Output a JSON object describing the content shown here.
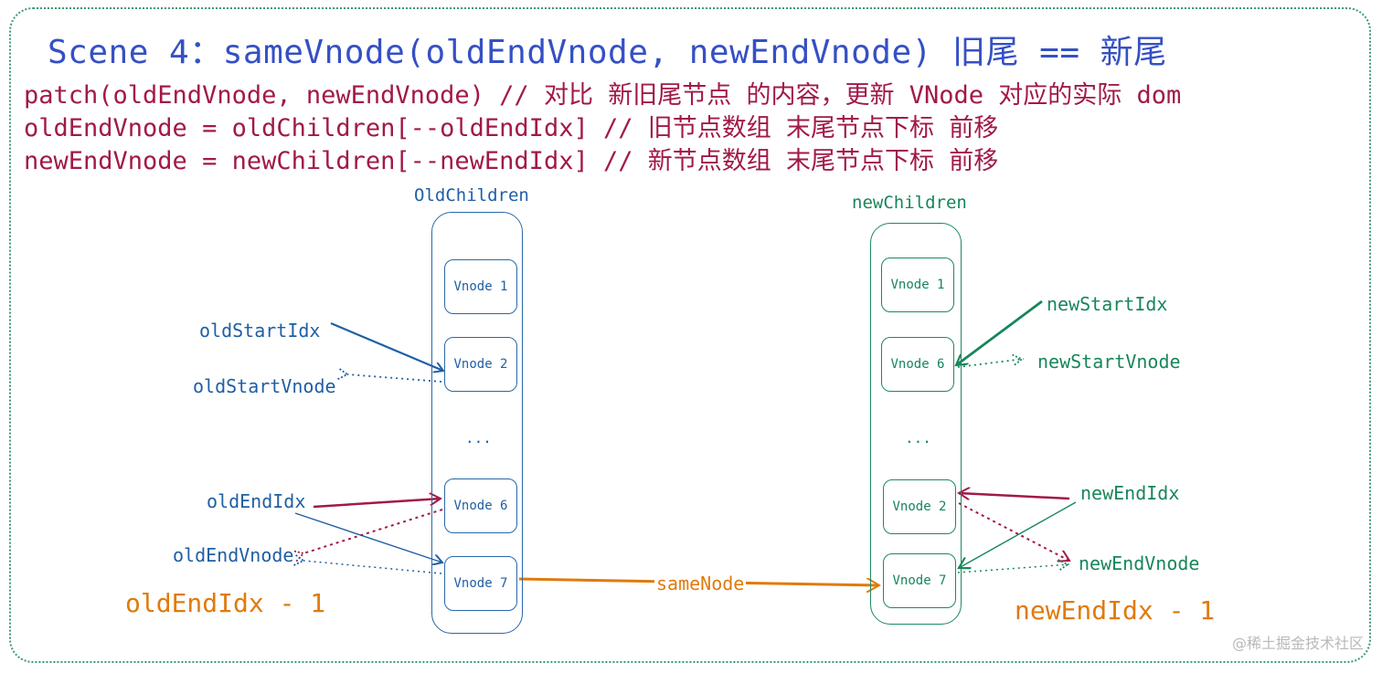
{
  "title": "Scene 4：sameVnode(oldEndVnode, newEndVnode) 旧尾 == 新尾",
  "code_lines": [
    "patch(oldEndVnode, newEndVnode)    // 对比 新旧尾节点 的内容，更新 VNode 对应的实际 dom",
    "oldEndVnode = oldChildren[--oldEndIdx] // 旧节点数组 末尾节点下标 前移",
    "newEndVnode = newChildren[--newEndIdx] // 新节点数组 末尾节点下标 前移"
  ],
  "old_children": {
    "label": "OldChildren",
    "nodes": [
      "Vnode 1",
      "Vnode 2",
      "...",
      "Vnode 6",
      "Vnode 7"
    ]
  },
  "new_children": {
    "label": "newChildren",
    "nodes": [
      "Vnode 1",
      "Vnode 6",
      "...",
      "Vnode 2",
      "Vnode 7"
    ]
  },
  "pointers": {
    "old_start_idx": "oldStartIdx",
    "old_start_vnode": "oldStartVnode",
    "old_end_idx": "oldEndIdx",
    "old_end_vnode": "oldEndVnode",
    "new_start_idx": "newStartIdx",
    "new_start_vnode": "newStartVnode",
    "new_end_idx": "newEndIdx",
    "new_end_vnode": "newEndVnode"
  },
  "same_node_label": "sameNode",
  "old_end_idx_minus": "oldEndIdx - 1",
  "new_end_idx_minus": "newEndIdx - 1",
  "watermark": "@稀土掘金技术社区",
  "colors": {
    "title": "#3550c4",
    "code": "#a1194a",
    "old": "#1f5fa3",
    "new": "#17865a",
    "end_pointer": "#a1194a",
    "same_node": "#e07a0c",
    "frame": "#3e9a6f"
  }
}
